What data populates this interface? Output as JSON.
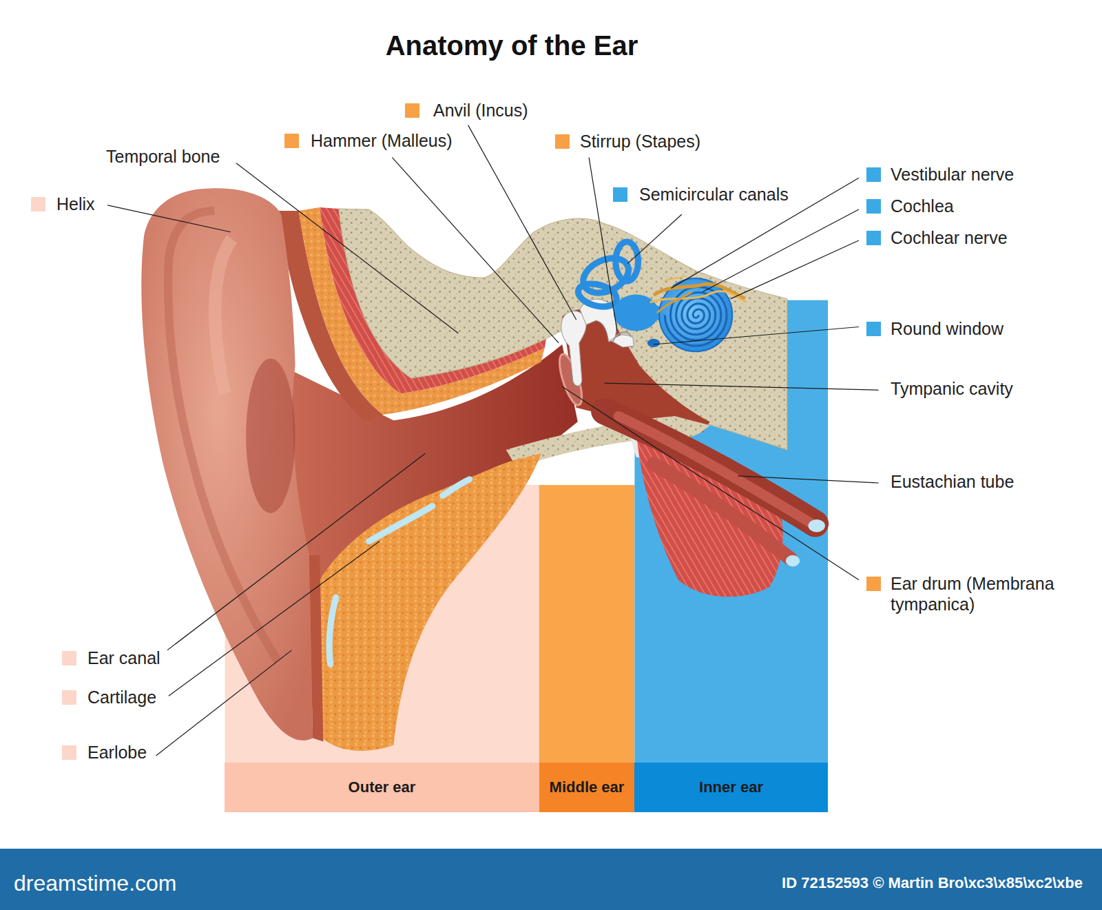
{
  "diagram": {
    "title": "Anatomy of the Ear",
    "nodes": [
      {
        "text": [
          "Outer ear"
        ]
      },
      {
        "text": [
          "Middle ear"
        ]
      },
      {
        "text": [
          "Inner ear"
        ]
      }
    ],
    "labels": [
      "Temporal bone",
      "Tympanic cavity",
      "Eustachian tube",
      "dreamstime.com",
      "ID 72152593 © Martin Bro\\xc3\\x85\\xc2\\xbe"
    ],
    "legend": [
      {
        "text": "Anvil (Incus)",
        "color": "#f7a046"
      },
      {
        "text": "Hammer (Malleus)",
        "color": "#f7a046"
      },
      {
        "text": "Stirrup (Stapes)",
        "color": "#f7a046"
      },
      {
        "text": "Vestibular nerve",
        "color": "#3aa9e6"
      },
      {
        "text": "Semicircular canals",
        "color": "#3aa9e6"
      },
      {
        "text": "Helix",
        "color": "#fcd6c8"
      },
      {
        "text": "Cochlea",
        "color": "#3aa9e6"
      },
      {
        "text": "Cochlear nerve",
        "color": "#3aa9e6"
      },
      {
        "text": "Round window",
        "color": "#3aa9e6"
      },
      {
        "text": "Ear drum (Membrana tympanica)",
        "color": "#f7a046"
      },
      {
        "text": "Ear canal",
        "color": "#fcd6c8"
      },
      {
        "text": "Cartilage",
        "color": "#fcd6c8"
      },
      {
        "text": "Earlobe",
        "color": "#fcd6c8"
      }
    ]
  }
}
